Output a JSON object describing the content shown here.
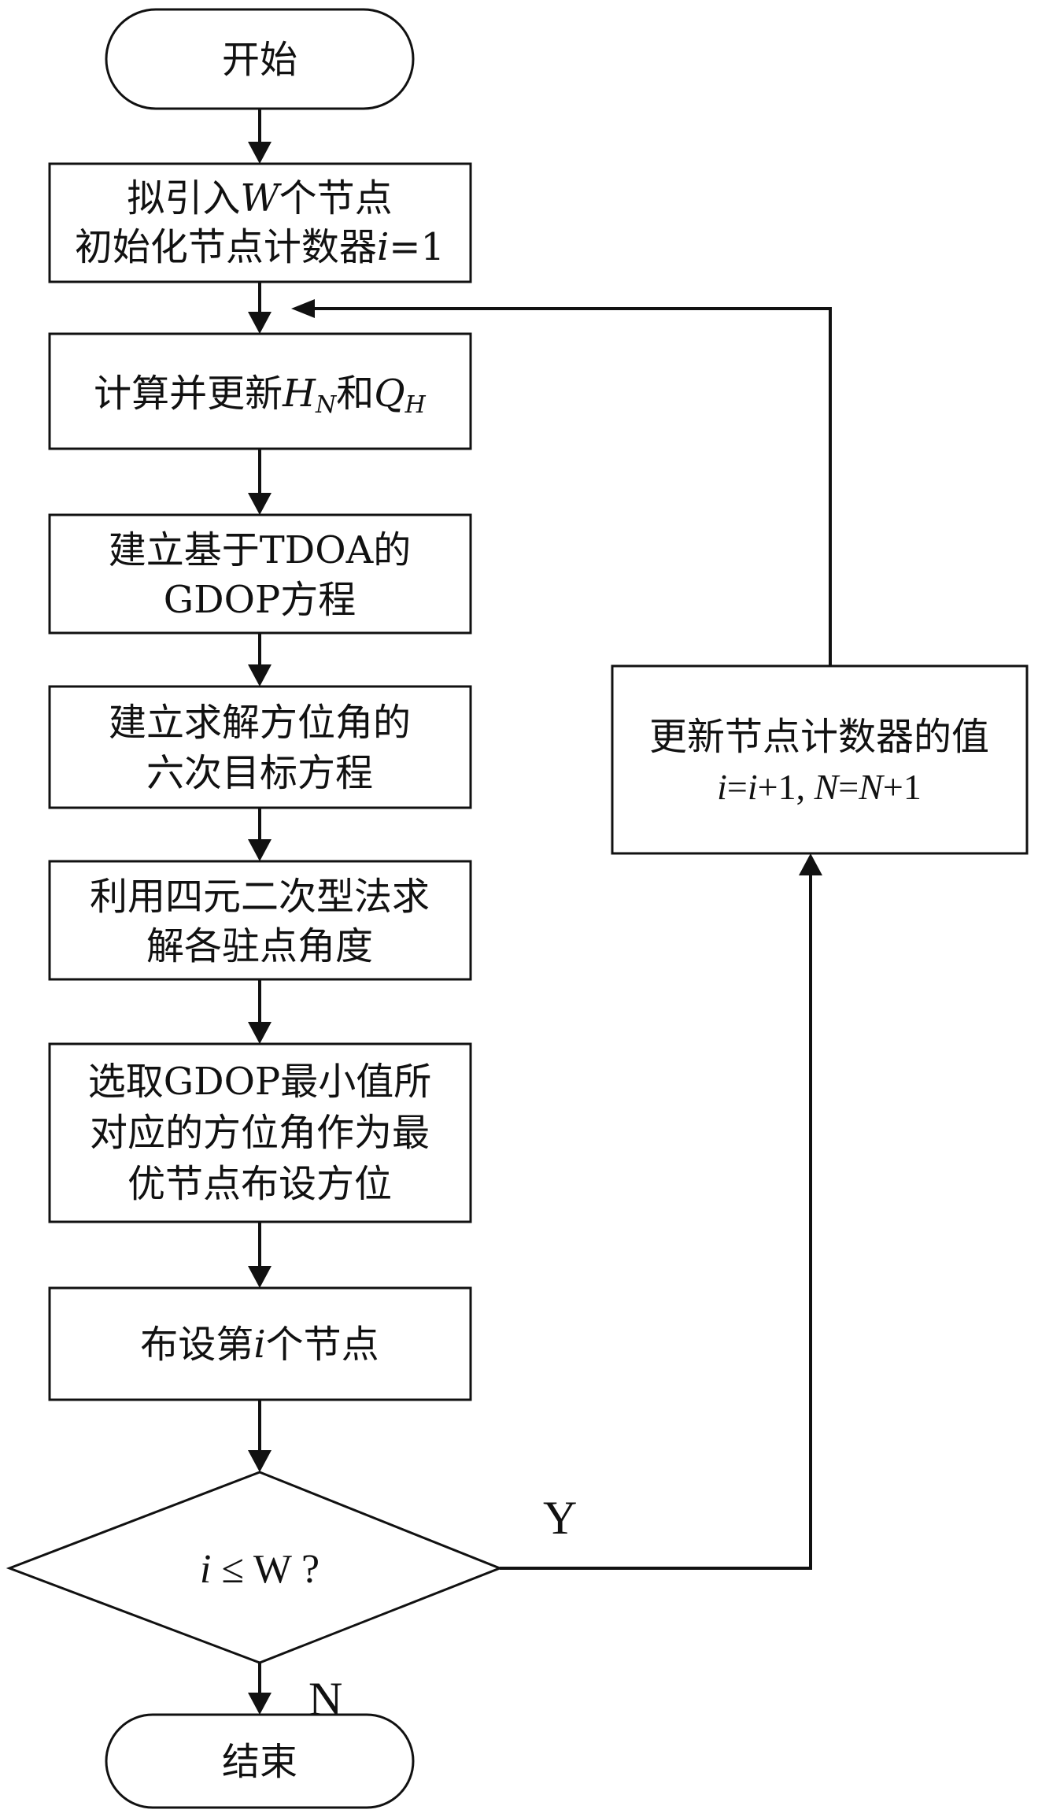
{
  "diagram": {
    "start": "开始",
    "end": "结束",
    "step1": {
      "line1_pre": "拟引入",
      "line1_var": "W",
      "line1_post": "个节点",
      "line2_pre": "初始化节点计数器",
      "line2_var": "i",
      "line2_post": "=1"
    },
    "step2": {
      "pre": "计算并更新",
      "h": "H",
      "h_sub": "N",
      "mid": "和",
      "q": "Q",
      "q_sub": "H"
    },
    "step3": {
      "line1": "建立基于TDOA的",
      "line2": "GDOP方程"
    },
    "step4": {
      "line1": "建立求解方位角的",
      "line2": "六次目标方程"
    },
    "step5": {
      "line1": "利用四元二次型法求",
      "line2": "解各驻点角度"
    },
    "step6": {
      "line1": "选取GDOP最小值所",
      "line2": "对应的方位角作为最",
      "line3": "优节点布设方位"
    },
    "step7": {
      "pre": "布设第",
      "var": "i",
      "post": "个节点"
    },
    "decision": {
      "var": "i",
      "rest": " ≤ W ?"
    },
    "update": {
      "line1": "更新节点计数器的值",
      "i1": "i",
      "eq1": "=",
      "i2": "i",
      "plus1": "+1, ",
      "n1": "N",
      "eq2": "=",
      "n2": "N",
      "plus2": "+1"
    },
    "yes_label": "Y",
    "no_label": "N"
  }
}
